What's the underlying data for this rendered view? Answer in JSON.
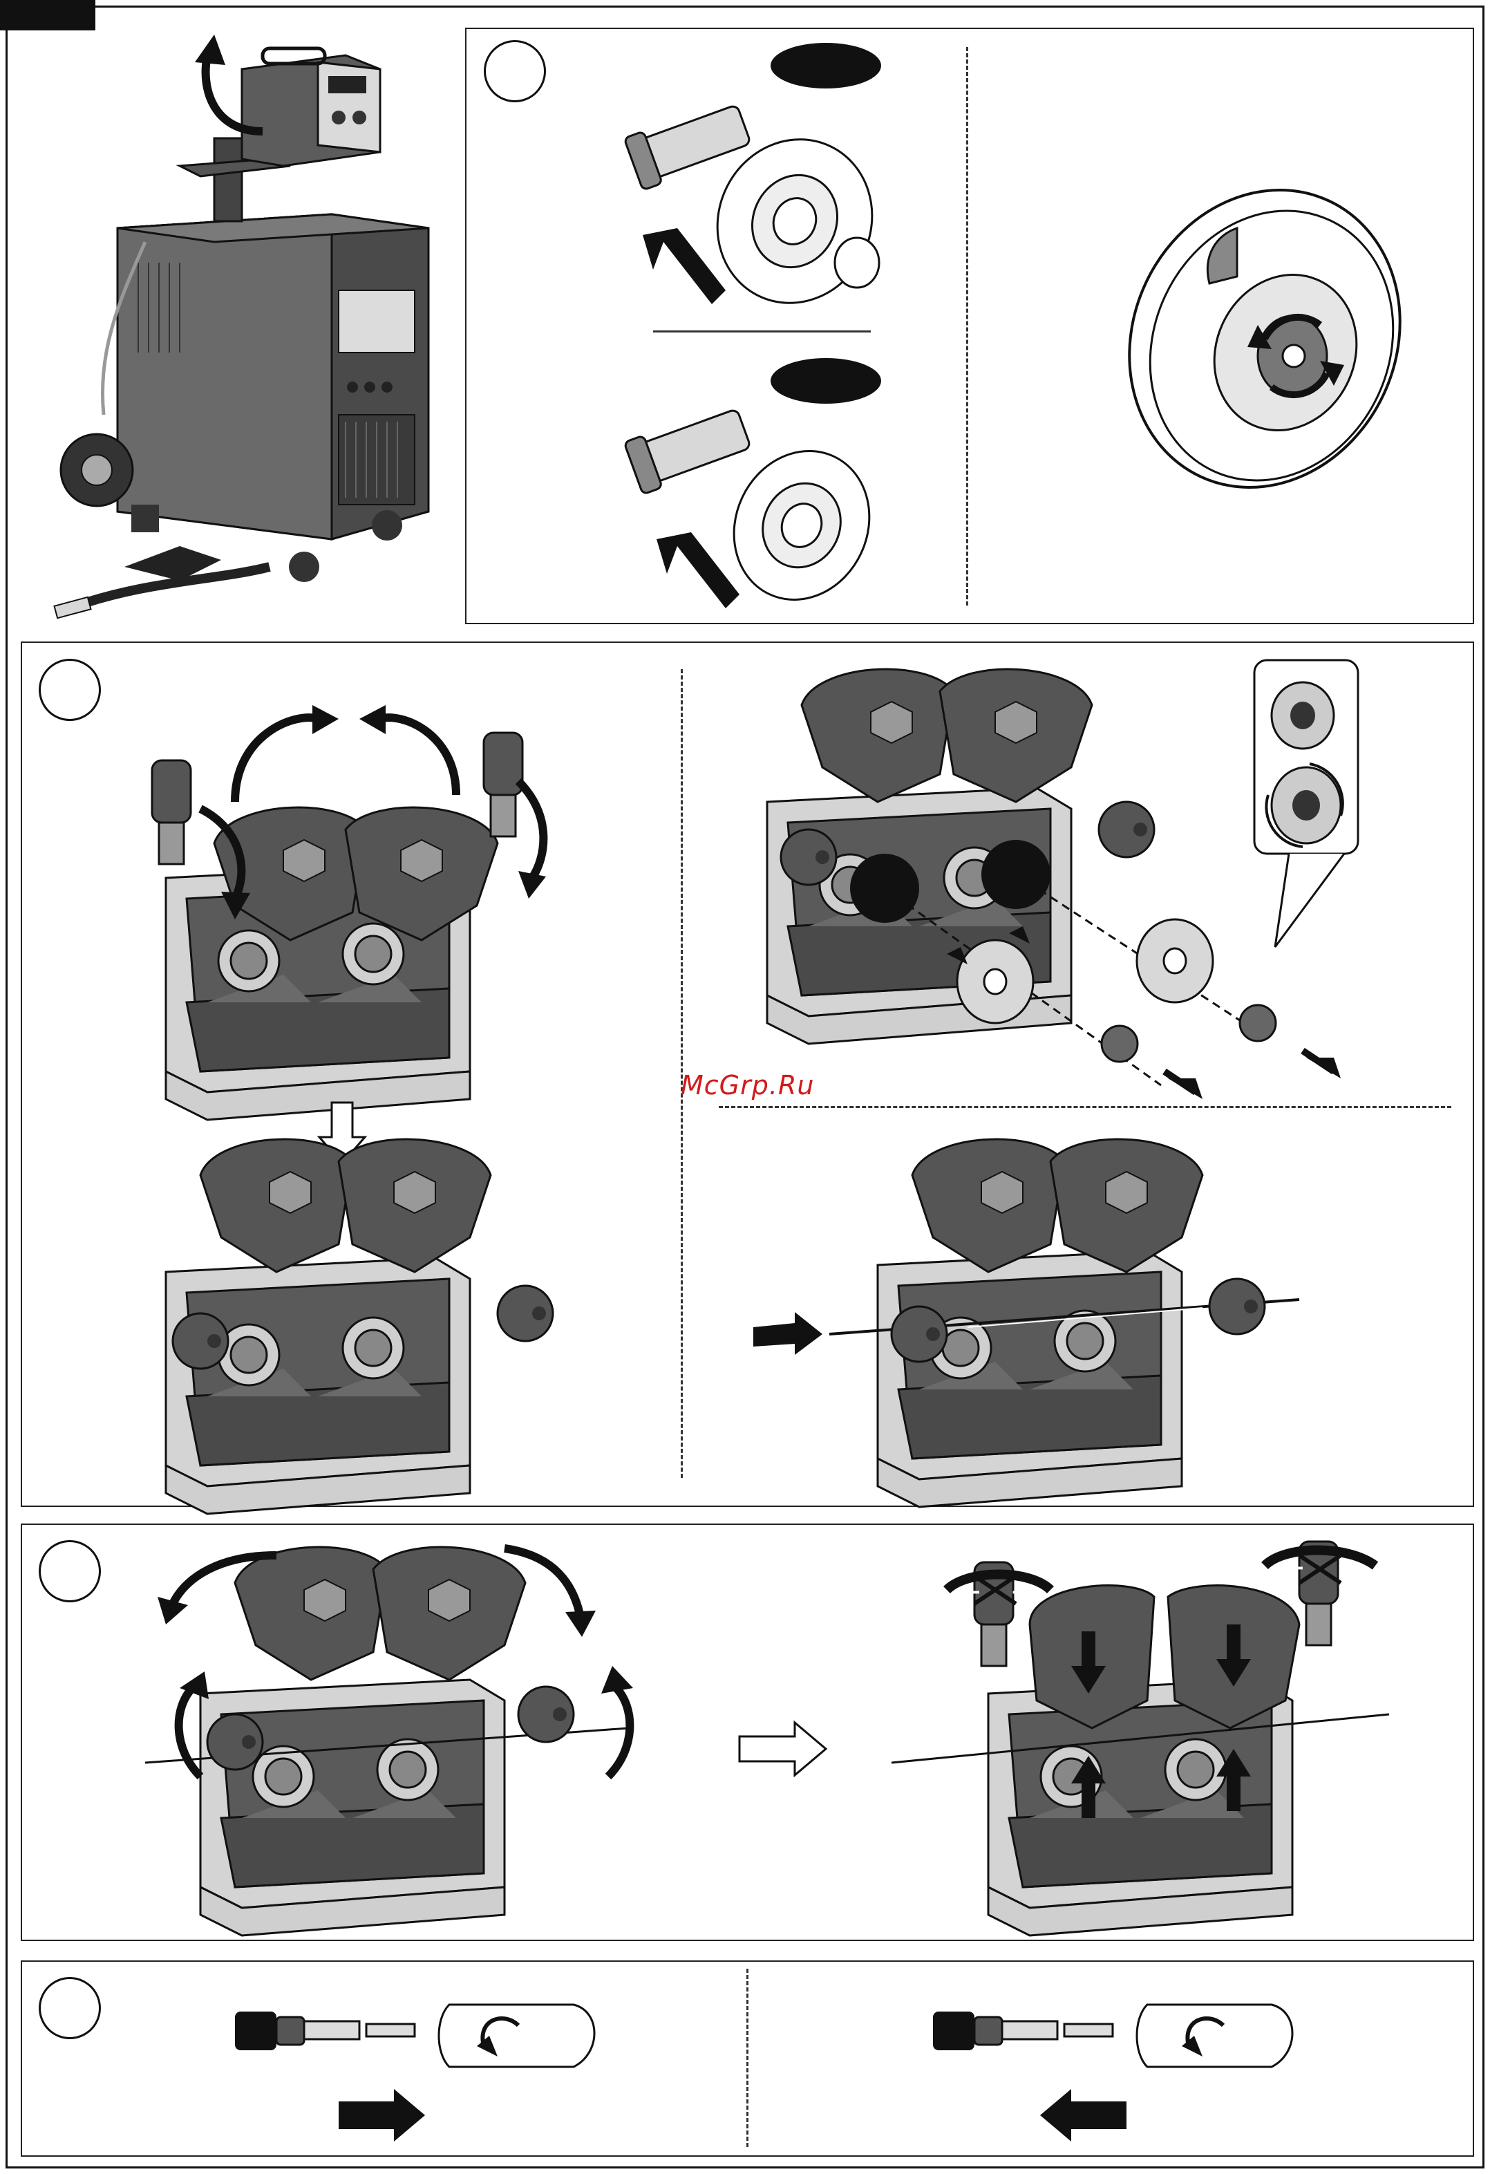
{
  "watermark": "McGrp.Ru",
  "colors": {
    "ink": "#111111",
    "machine_dark": "#4a4a4a",
    "machine_mid": "#6e6e6e",
    "machine_light": "#c8c8c8",
    "metal": "#b5b5b5",
    "watermark": "#d21a1a"
  },
  "panels": {
    "machine": {
      "name": "welding-machine-illustration"
    },
    "spool": {
      "name": "wire-spool-mounting"
    },
    "feeder": {
      "name": "wire-feeder-roller-setup"
    },
    "tension": {
      "name": "roller-tension-adjustment"
    },
    "torch": {
      "name": "torch-contact-tip-replacement"
    }
  },
  "spool_badges": [
    "",
    ""
  ],
  "tension_labels": {
    "left_minus": "−",
    "left_plus": "+",
    "right_minus": "−",
    "right_plus": "+"
  }
}
